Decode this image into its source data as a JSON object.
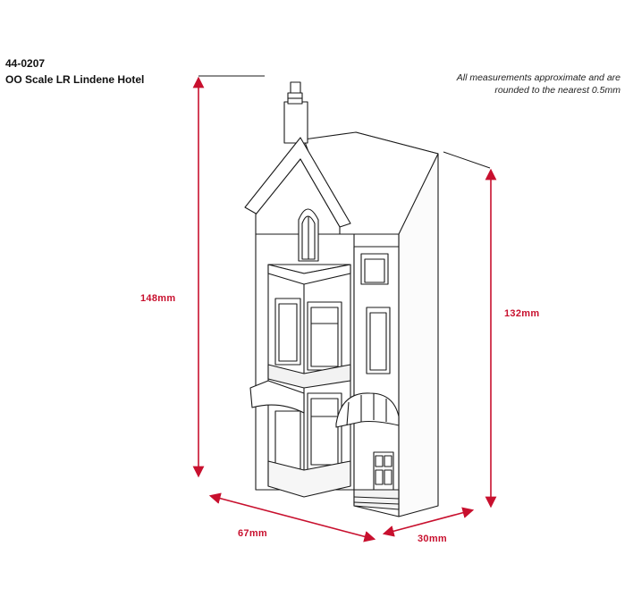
{
  "product": {
    "code": "44-0207",
    "name": "OO Scale LR Lindene Hotel"
  },
  "note": "All measurements approximate and are rounded to the nearest 0.5mm",
  "dimensions": {
    "height": "148mm",
    "depth_height": "132mm",
    "width": "67mm",
    "depth": "30mm"
  },
  "colors": {
    "dimension_red": "#c8102e",
    "line": "#1a1a1a"
  }
}
